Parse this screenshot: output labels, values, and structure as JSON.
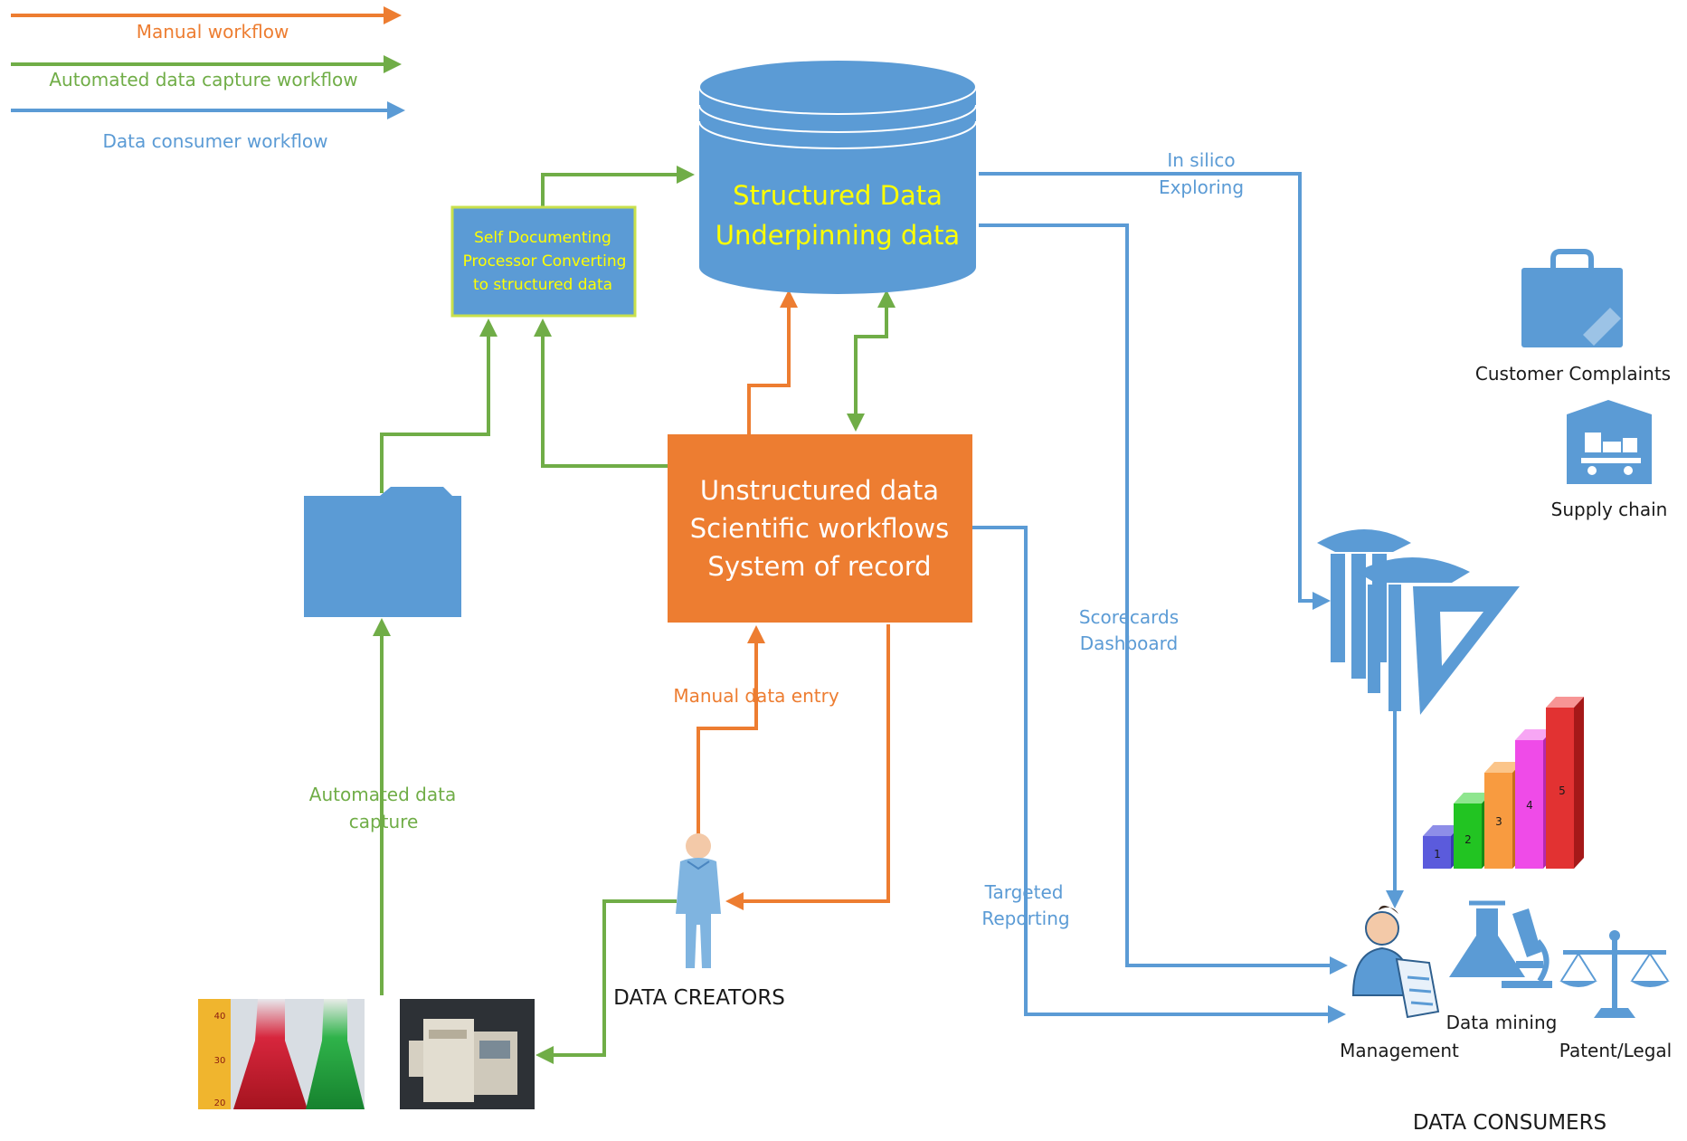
{
  "colors": {
    "manual": "#ED7D31",
    "automated": "#70AD47",
    "consumer": "#5B9BD5",
    "blue_fill": "#5B9BD5",
    "orange_fill": "#ED7D31",
    "yellow_text": "#FFFF00"
  },
  "legend": {
    "manual": "Manual workflow",
    "automated": "Automated data capture workflow",
    "consumer": "Data consumer workflow"
  },
  "database": {
    "line1": "Structured Data",
    "line2": "Underpinning data"
  },
  "processor": {
    "line1": "Self Documenting",
    "line2": "Processor Converting",
    "line3": "to structured data"
  },
  "unstructured": {
    "line1": "Unstructured data",
    "line2": "Scientific workflows",
    "line3": "System of record"
  },
  "flow_labels": {
    "in_silico_1": "In silico",
    "in_silico_2": "Exploring",
    "scorecards_1": "Scorecards",
    "scorecards_2": "Dashboard",
    "targeted_1": "Targeted",
    "targeted_2": "Reporting",
    "manual_entry": "Manual data entry",
    "auto_capture_1": "Automated data",
    "auto_capture_2": "capture"
  },
  "consumers": {
    "customer_complaints": "Customer Complaints",
    "supply_chain": "Supply chain",
    "data_mining": "Data mining",
    "management": "Management",
    "patent_legal": "Patent/Legal"
  },
  "bar_chart_labels": [
    "1",
    "2",
    "3",
    "4",
    "5"
  ],
  "section_titles": {
    "creators": "DATA CREATORS",
    "consumers": "DATA CONSUMERS"
  },
  "flask_scale": [
    "40",
    "30",
    "20"
  ],
  "icons": [
    "folder-icon",
    "person-icon",
    "briefcase-icon",
    "warehouse-icon",
    "drafting-tools-icon",
    "bar-chart-icon",
    "management-icon",
    "lab-microscope-icon",
    "scales-icon",
    "lab-flasks-image",
    "lab-instrument-image"
  ]
}
